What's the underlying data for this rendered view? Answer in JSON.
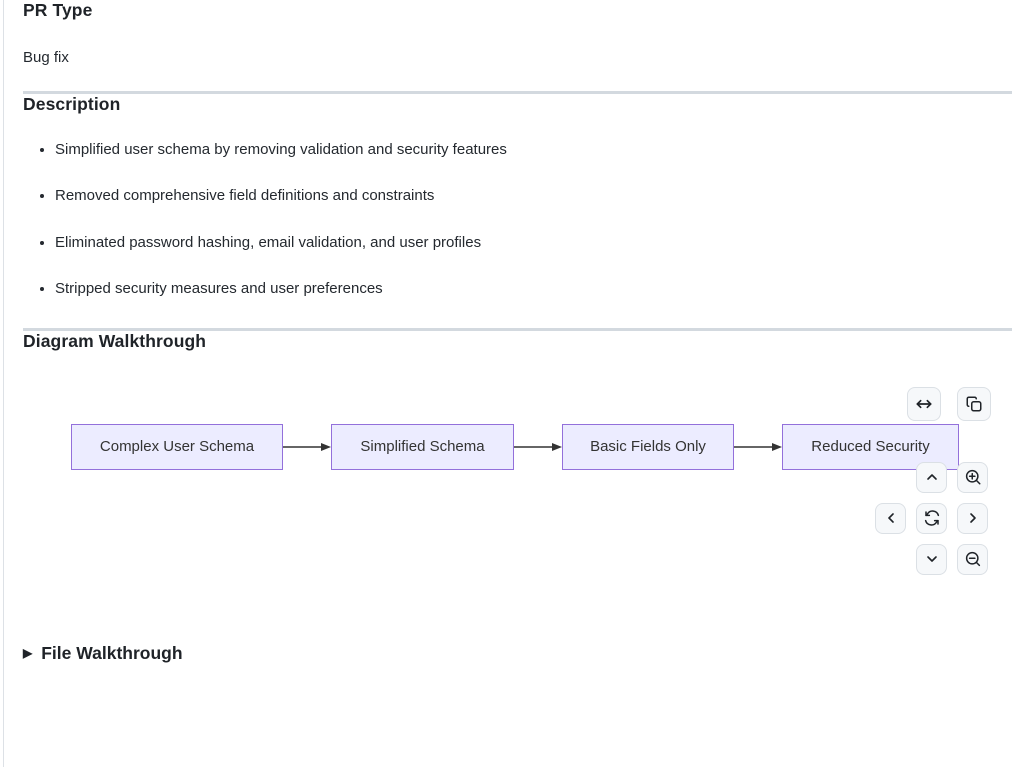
{
  "pr_type": {
    "heading": "PR Type",
    "value": "Bug fix"
  },
  "description": {
    "heading": "Description",
    "bullets": [
      "Simplified user schema by removing validation and security features",
      "Removed comprehensive field definitions and constraints",
      "Eliminated password hashing, email validation, and user profiles",
      "Stripped security measures and user preferences"
    ]
  },
  "diagram": {
    "heading": "Diagram Walkthrough",
    "type": "flowchart-left-right",
    "nodes": [
      "Complex User Schema",
      "Simplified Schema",
      "Basic Fields Only",
      "Reduced Security"
    ],
    "edges": [
      [
        "Complex User Schema",
        "Simplified Schema"
      ],
      [
        "Simplified Schema",
        "Basic Fields Only"
      ],
      [
        "Basic Fields Only",
        "Reduced Security"
      ]
    ],
    "controls": {
      "icons": {
        "fit_width": "expand-horizontal-icon",
        "copy": "copy-icon",
        "pan_up": "chevron-up-icon",
        "pan_down": "chevron-down-icon",
        "pan_left": "chevron-left-icon",
        "pan_right": "chevron-right-icon",
        "reset": "reset-sync-icon",
        "zoom_in": "zoom-in-icon",
        "zoom_out": "zoom-out-icon"
      }
    }
  },
  "file_walkthrough": {
    "heading": "File Walkthrough",
    "marker": "▶",
    "collapsed": true
  },
  "colors": {
    "node_fill": "#ECECFF",
    "node_border": "#9370DB",
    "node_text": "#333333",
    "arrow": "#333333",
    "divider": "#d3d9df",
    "heading_text": "#1f2328",
    "body_text": "#24292f",
    "button_bg": "#f6f8fa",
    "button_border": "#dbe0e5",
    "icon": "#1f2328"
  }
}
